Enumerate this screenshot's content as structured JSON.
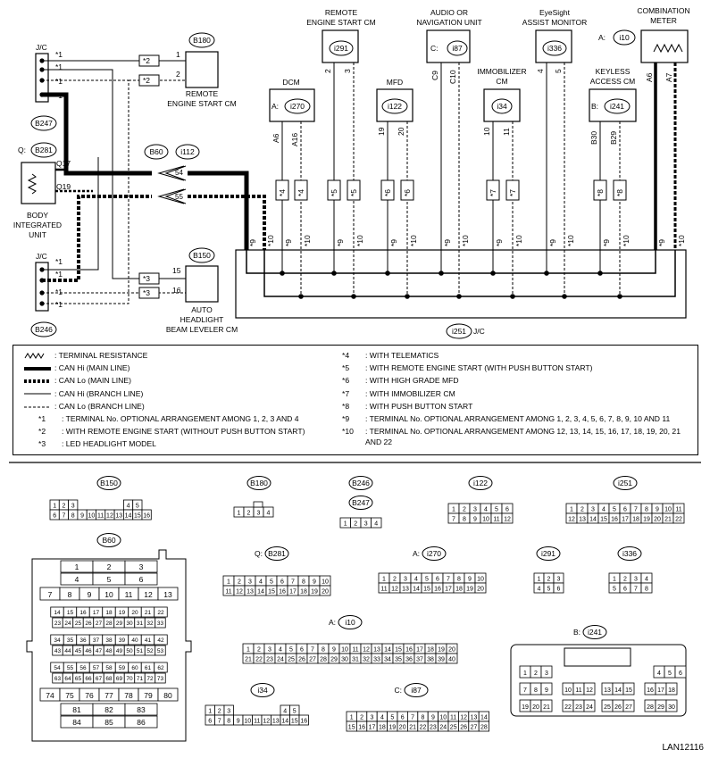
{
  "components": {
    "jc": "J/C",
    "b180": "B180",
    "b247": "B247",
    "b281": "B281",
    "q": "Q:",
    "b246": "B246",
    "b150": "B150",
    "b60": "B60",
    "i112": "i112",
    "i251": "i251",
    "i251_name": "J/C",
    "i291": "i291",
    "i87": "i87",
    "i336": "i336",
    "i10": "i10",
    "i270": "i270",
    "i122": "i122",
    "i34": "i34",
    "i241": "i241",
    "prefix_a": "A:",
    "prefix_b": "B:",
    "prefix_c": "C:",
    "remote_start_cm": "REMOTE ENGINE START CM",
    "remote_start_cm_top1": "REMOTE",
    "remote_start_cm_top2": "ENGINE START CM",
    "audio1": "AUDIO OR",
    "audio2": "NAVIGATION UNIT",
    "eyesight1": "EyeSight",
    "eyesight2": "ASSIST MONITOR",
    "meter1": "COMBINATION",
    "meter2": "METER",
    "dcm": "DCM",
    "mfd": "MFD",
    "immo1": "IMMOBILIZER",
    "immo2": "CM",
    "keyless1": "KEYLESS",
    "keyless2": "ACCESS CM",
    "body1": "BODY",
    "body2": "INTEGRATED",
    "body3": "UNIT",
    "headlight1": "AUTO",
    "headlight2": "HEADLIGHT",
    "headlight3": "BEAM LEVELER CM",
    "code": "LAN12116"
  },
  "pins": {
    "star1": "*1",
    "star2": "*2",
    "star3": "*3",
    "star4": "*4",
    "star5": "*5",
    "star6": "*6",
    "star7": "*7",
    "star8": "*8",
    "star9": "*9",
    "star10": "*10",
    "p1": "1",
    "p2": "2",
    "p3": "3",
    "p4": "4",
    "p5": "5",
    "p15": "15",
    "p16": "16",
    "q17": "Q17",
    "q19": "Q19",
    "p54": "54",
    "p55": "55",
    "a6": "A6",
    "a16": "A16",
    "a7": "A7",
    "p19": "19",
    "p20": "20",
    "p10": "10",
    "p11": "11",
    "c9": "C9",
    "c10": "C10",
    "b30": "B30",
    "b29": "B29"
  },
  "legend": {
    "items_left": [
      {
        "symbol": "resistance",
        "text": ": TERMINAL RESISTANCE"
      },
      {
        "symbol": "hi-main",
        "text": ": CAN Hi (MAIN LINE)"
      },
      {
        "symbol": "lo-main",
        "text": ": CAN Lo (MAIN LINE)"
      },
      {
        "symbol": "hi-branch",
        "text": ": CAN Hi (BRANCH LINE)"
      },
      {
        "symbol": "lo-branch",
        "text": ": CAN Lo (BRANCH LINE)"
      },
      {
        "symbol": "*1",
        "text": ": TERMINAL No. OPTIONAL ARRANGEMENT AMONG 1, 2, 3 AND 4"
      },
      {
        "symbol": "*2",
        "text": ": WITH REMOTE ENGINE START (WITHOUT PUSH BUTTON START)"
      },
      {
        "symbol": "*3",
        "text": ": LED HEADLIGHT MODEL"
      }
    ],
    "items_right": [
      {
        "symbol": "*4",
        "text": ": WITH TELEMATICS"
      },
      {
        "symbol": "*5",
        "text": ": WITH REMOTE ENGINE START (WITH PUSH BUTTON START)"
      },
      {
        "symbol": "*6",
        "text": ": WITH HIGH GRADE MFD"
      },
      {
        "symbol": "*7",
        "text": ": WITH IMMOBILIZER CM"
      },
      {
        "symbol": "*8",
        "text": ": WITH PUSH BUTTON START"
      },
      {
        "symbol": "*9",
        "text": ": TERMINAL No. OPTIONAL ARRANGEMENT AMONG 1, 2, 3, 4, 5, 6, 7, 8, 9, 10 AND 11"
      },
      {
        "symbol": "*10",
        "text": ": TERMINAL No. OPTIONAL ARRANGEMENT AMONG 12, 13, 14, 15, 16, 17, 18, 19, 20, 21"
      },
      {
        "symbol": "",
        "text": "AND 22"
      }
    ]
  },
  "connectors": {
    "b150": {
      "label": "B150",
      "rows": [
        [
          "1",
          "2",
          "3",
          "",
          "",
          "",
          "",
          "",
          "4",
          "5"
        ],
        [
          "6",
          "7",
          "8",
          "9",
          "10",
          "11",
          "12",
          "13",
          "14",
          "15",
          "16"
        ]
      ]
    },
    "b180": {
      "label": "B180",
      "rows": [
        [
          "1",
          "2",
          "3",
          "4"
        ]
      ]
    },
    "b246": {
      "label": "B246"
    },
    "b247": {
      "label": "B247",
      "rows": [
        [
          "1",
          "2",
          "3",
          "4"
        ]
      ]
    },
    "i122": {
      "label": "i122",
      "rows": [
        [
          "1",
          "2",
          "3",
          "4",
          "5",
          "6"
        ],
        [
          "7",
          "8",
          "9",
          "10",
          "11",
          "12"
        ]
      ]
    },
    "i251": {
      "label": "i251",
      "rows": [
        [
          "1",
          "2",
          "3",
          "4",
          "5",
          "6",
          "7",
          "8",
          "9",
          "10",
          "11"
        ],
        [
          "12",
          "13",
          "14",
          "15",
          "16",
          "17",
          "18",
          "19",
          "20",
          "21",
          "22"
        ]
      ]
    },
    "b60": {
      "label": "B60",
      "rows": [
        [
          "1",
          "2",
          "3"
        ],
        [
          "4",
          "5",
          "6"
        ],
        [
          "7",
          "8",
          "9",
          "10",
          "11",
          "12",
          "13"
        ],
        [
          "14",
          "15",
          "16",
          "17",
          "18",
          "19",
          "20",
          "21",
          "22"
        ],
        [
          "23",
          "24",
          "25",
          "26",
          "27",
          "28",
          "29",
          "30",
          "31",
          "32",
          "33"
        ],
        [
          "34",
          "35",
          "36",
          "37",
          "38",
          "39",
          "40",
          "41",
          "42"
        ],
        [
          "43",
          "44",
          "45",
          "46",
          "47",
          "48",
          "49",
          "50",
          "51",
          "52",
          "53"
        ],
        [
          "54",
          "55",
          "56",
          "57",
          "58",
          "59",
          "60",
          "61",
          "62"
        ],
        [
          "63",
          "64",
          "65",
          "66",
          "67",
          "68",
          "69",
          "70",
          "71",
          "72",
          "73"
        ],
        [
          "74",
          "75",
          "76",
          "77",
          "78",
          "79",
          "80"
        ],
        [
          "81",
          "82",
          "83"
        ],
        [
          "84",
          "85",
          "86"
        ]
      ]
    },
    "b281": {
      "label": "B281",
      "prefix": "Q:",
      "rows": [
        [
          "1",
          "2",
          "3",
          "4",
          "5",
          "6",
          "7",
          "8",
          "9",
          "10"
        ],
        [
          "11",
          "12",
          "13",
          "14",
          "15",
          "16",
          "17",
          "18",
          "19",
          "20"
        ]
      ]
    },
    "i270": {
      "label": "i270",
      "prefix": "A:",
      "rows": [
        [
          "1",
          "2",
          "3",
          "4",
          "5",
          "6",
          "7",
          "8",
          "9",
          "10"
        ],
        [
          "11",
          "12",
          "13",
          "14",
          "15",
          "16",
          "17",
          "18",
          "19",
          "20"
        ]
      ]
    },
    "i291": {
      "label": "i291",
      "rows": [
        [
          "1",
          "2",
          "3"
        ],
        [
          "4",
          "5",
          "6"
        ]
      ]
    },
    "i336": {
      "label": "i336",
      "rows": [
        [
          "1",
          "2",
          "3",
          "4"
        ],
        [
          "5",
          "6",
          "7",
          "8"
        ]
      ]
    },
    "i10": {
      "label": "i10",
      "prefix": "A:",
      "rows": [
        [
          "1",
          "2",
          "3",
          "4",
          "5",
          "6",
          "7",
          "8",
          "9",
          "10",
          "11",
          "12",
          "13",
          "14",
          "15",
          "16",
          "17",
          "18",
          "19",
          "20"
        ],
        [
          "21",
          "22",
          "23",
          "24",
          "25",
          "26",
          "27",
          "28",
          "29",
          "30",
          "31",
          "32",
          "33",
          "34",
          "35",
          "36",
          "37",
          "38",
          "39",
          "40"
        ]
      ]
    },
    "i241": {
      "label": "i241",
      "prefix": "B:",
      "rows": [
        [
          "1",
          "2",
          "3",
          "",
          "",
          "",
          "",
          "",
          "4",
          "5",
          "6"
        ],
        [
          "7",
          "8",
          "9",
          "10",
          "11",
          "12",
          "13",
          "14",
          "15",
          "16",
          "17",
          "18"
        ],
        [
          "19",
          "20",
          "21",
          "22",
          "23",
          "24",
          "25",
          "26",
          "27",
          "28",
          "29",
          "30"
        ]
      ]
    },
    "i34": {
      "label": "i34",
      "rows": [
        [
          "1",
          "2",
          "3",
          "",
          "",
          "",
          "",
          "",
          "4",
          "5"
        ],
        [
          "6",
          "7",
          "8",
          "9",
          "10",
          "11",
          "12",
          "13",
          "14",
          "15",
          "16"
        ]
      ]
    },
    "i87": {
      "label": "i87",
      "prefix": "C:",
      "rows": [
        [
          "1",
          "2",
          "3",
          "4",
          "5",
          "6",
          "7",
          "8",
          "9",
          "10",
          "11",
          "12",
          "13",
          "14"
        ],
        [
          "15",
          "16",
          "17",
          "18",
          "19",
          "20",
          "21",
          "22",
          "23",
          "24",
          "25",
          "26",
          "27",
          "28"
        ]
      ]
    }
  }
}
